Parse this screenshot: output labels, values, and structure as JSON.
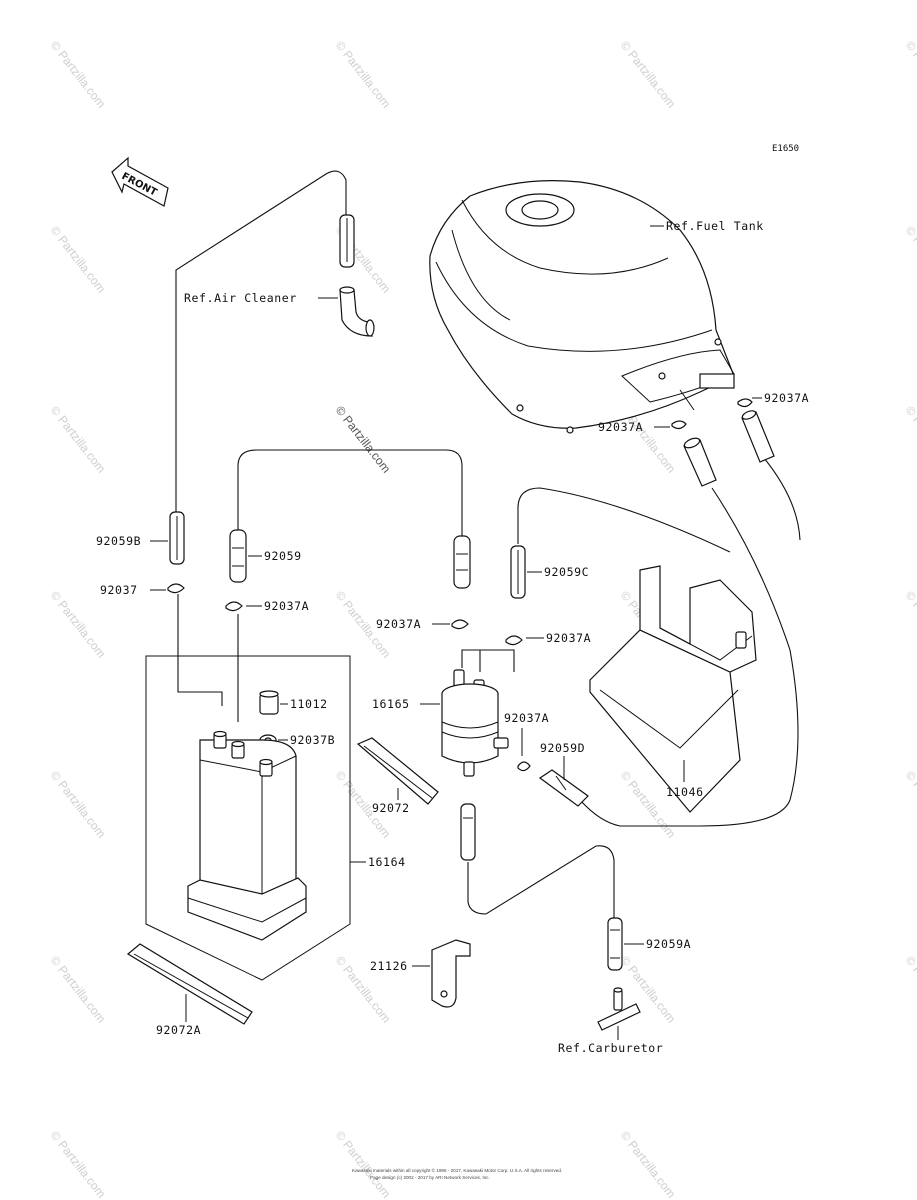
{
  "diagram_code": "E1650",
  "front_label": "FRONT",
  "refs": {
    "fuel_tank": "Ref.Fuel Tank",
    "air_cleaner": "Ref.Air Cleaner",
    "carburetor": "Ref.Carburetor"
  },
  "part_numbers": {
    "p92037A_tank_right": "92037A",
    "p92037A_tank_left": "92037A",
    "p92059B": "92059B",
    "p92059": "92059",
    "p92059C": "92059C",
    "p92037": "92037",
    "p92037A_left": "92037A",
    "p92037A_mid": "92037A",
    "p92037A_mid_right": "92037A",
    "p11012": "11012",
    "p92037B": "92037B",
    "p16165": "16165",
    "p92037A_filter": "92037A",
    "p92059D": "92059D",
    "p11046": "11046",
    "p92072": "92072",
    "p16164": "16164",
    "p92059A": "92059A",
    "p21126": "21126",
    "p92072A": "92072A"
  },
  "watermark": {
    "text": "© Partzilla.com"
  },
  "footer": {
    "line1": "Kawasaki materials within all copyright © 1995 - 2017, Kawasaki Motor Corp. U.S.A. All rights reserved.",
    "line2": "Page design (c) 2002 - 2017 by ARI Network Services, Inc."
  }
}
